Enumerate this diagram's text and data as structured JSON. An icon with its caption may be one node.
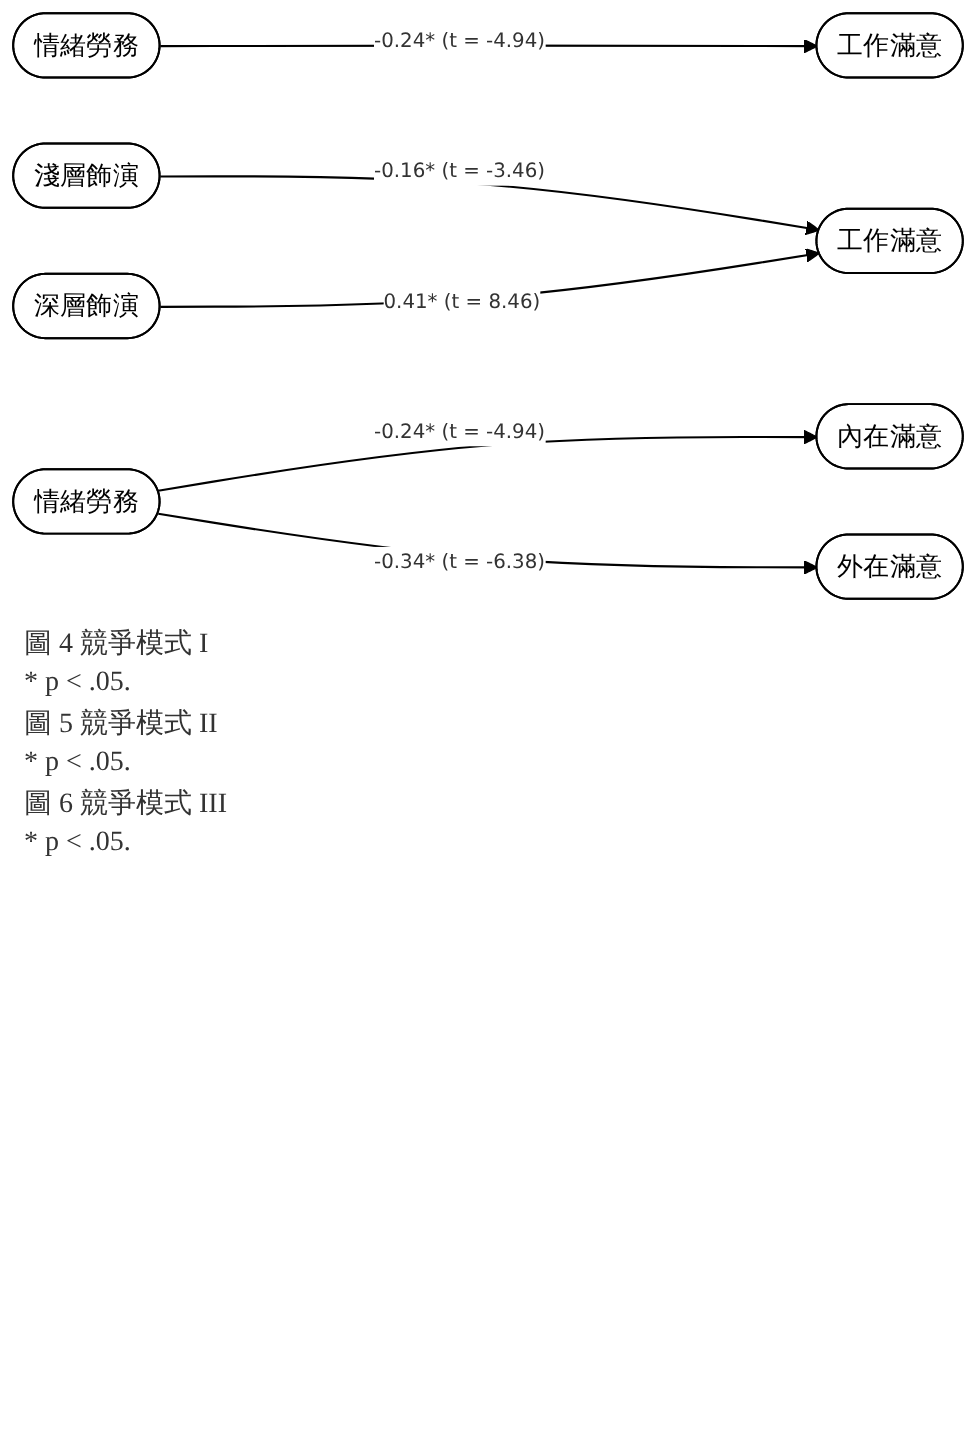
{
  "diagram": {
    "nodes": [
      {
        "text": [
          "情緒勞務"
        ]
      },
      {
        "text": [
          "工作滿意"
        ]
      },
      {
        "text": [
          "淺層飾演"
        ]
      },
      {
        "text": [
          "深層飾演"
        ]
      },
      {
        "text": [
          "工作滿意"
        ]
      },
      {
        "text": [
          "情緒勞務"
        ]
      },
      {
        "text": [
          "內在滿意"
        ]
      },
      {
        "text": [
          "外在滿意"
        ]
      }
    ],
    "edges": [
      {
        "from": 0,
        "to": 1,
        "arrow": "to",
        "label": "-0.24* (t = -4.94)"
      },
      {
        "from": 2,
        "to": 4,
        "arrow": "to",
        "label": "-0.16* (t = -3.46)"
      },
      {
        "from": 3,
        "to": 4,
        "arrow": "to",
        "label": "0.41* (t = 8.46)"
      },
      {
        "from": 5,
        "to": 6,
        "arrow": "to",
        "label": "-0.24* (t = -4.94)"
      },
      {
        "from": 5,
        "to": 7,
        "arrow": "to",
        "label": "-0.34* (t = -6.38)"
      }
    ],
    "labels": [
      "圖 4 競爭模式 I",
      "* p < .05.",
      "圖 5 競爭模式 II",
      "* p < .05.",
      "圖 6 競爭模式 III",
      "* p < .05."
    ]
  }
}
